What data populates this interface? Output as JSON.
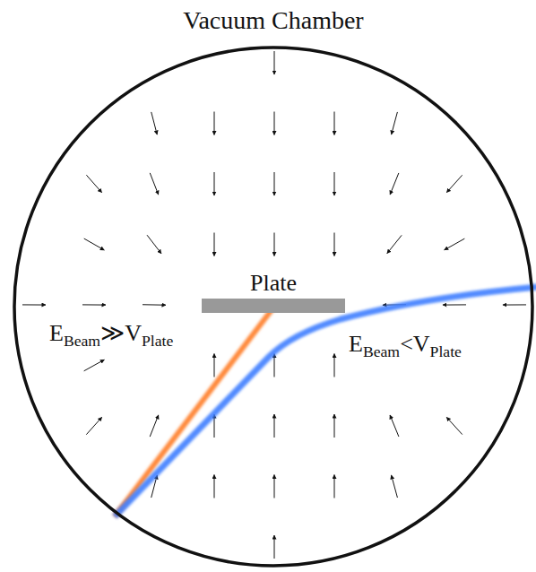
{
  "diagram": {
    "nodes": [
      {
        "text": [
          "Vacuum Chamber"
        ]
      },
      {
        "text": [
          "Plate"
        ],
        "in": 0
      }
    ],
    "labels": [
      "E",
      "Beam",
      "≫",
      "V",
      "Plate",
      "E",
      "Beam",
      "<",
      "V",
      "Plate"
    ]
  }
}
